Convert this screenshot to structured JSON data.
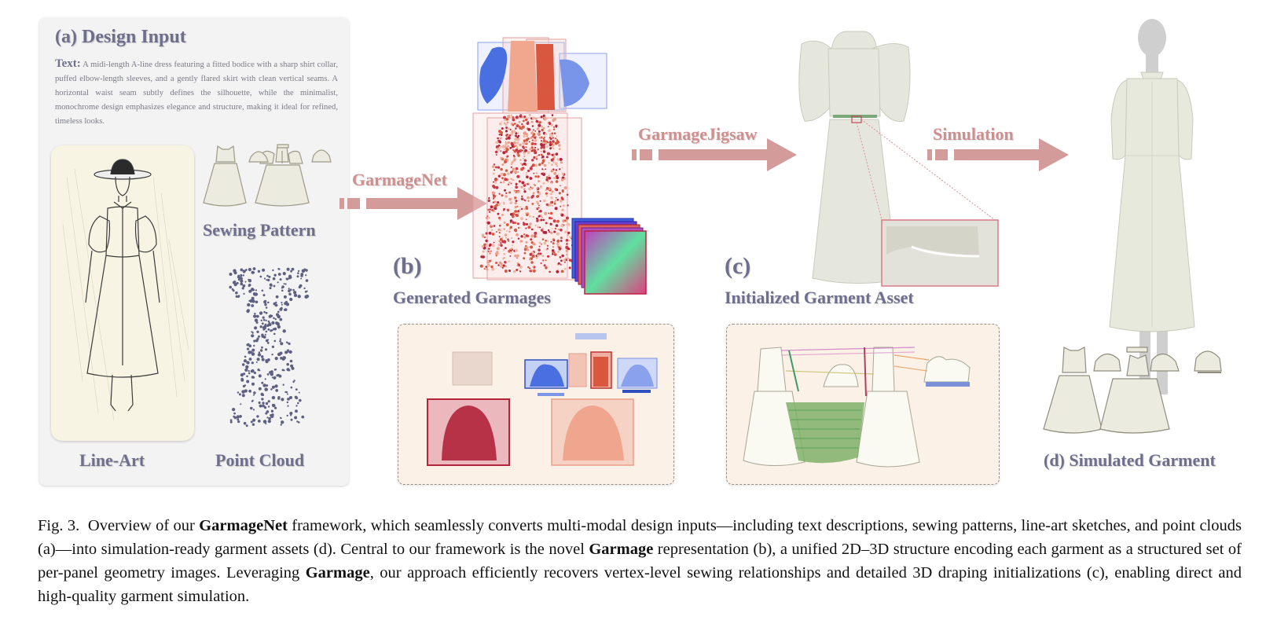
{
  "panel_a": {
    "title": "(a) Design Input",
    "text_label": "Text:",
    "text_body": "A midi-length A-line dress featuring a fitted bodice with a sharp shirt collar, puffed elbow-length sleeves, and a gently flared skirt with clean vertical seams. A horizontal waist seam subtly defines the silhouette, while the minimalist, monochrome design emphasizes elegance and structure, making it ideal for refined, timeless looks.",
    "sewing_pattern_label": "Sewing Pattern",
    "line_art_label": "Line-Art",
    "point_cloud_label": "Point Cloud"
  },
  "arrows": {
    "garmagenet": "GarmageNet",
    "garmagejigsaw": "GarmageJigsaw",
    "simulation": "Simulation"
  },
  "panel_b": {
    "letter": "(b)",
    "label": "Generated Garmages"
  },
  "panel_c": {
    "letter": "(c)",
    "label": "Initialized Garment Asset"
  },
  "panel_d": {
    "label": "(d) Simulated Garment"
  },
  "caption": {
    "fig": "Fig. 3.",
    "p1": "Overview of our ",
    "b1": "GarmageNet",
    "p2": " framework, which seamlessly converts multi-modal design inputs—including text descriptions, sewing patterns, line-art sketches, and point clouds (a)—into simulation-ready garment assets (d). Central to our framework is the novel ",
    "b2": "Garmage",
    "p3": " representation (b), a unified 2D–3D structure encoding each garment as a structured set of per-panel geometry images. Leveraging ",
    "b3": "Garmage",
    "p4": ", our approach efficiently recovers vertex-level sewing relationships and detailed 3D draping initializations (c), enabling direct and high-quality garment simulation."
  },
  "colors": {
    "title_purple": "#6d6f8d",
    "arrow_pink": "#d49b9b",
    "garment_cream": "#ecebdf",
    "point_red": "#b3233a",
    "point_peach": "#e8a08a",
    "point_blue": "#4a6fe0"
  }
}
